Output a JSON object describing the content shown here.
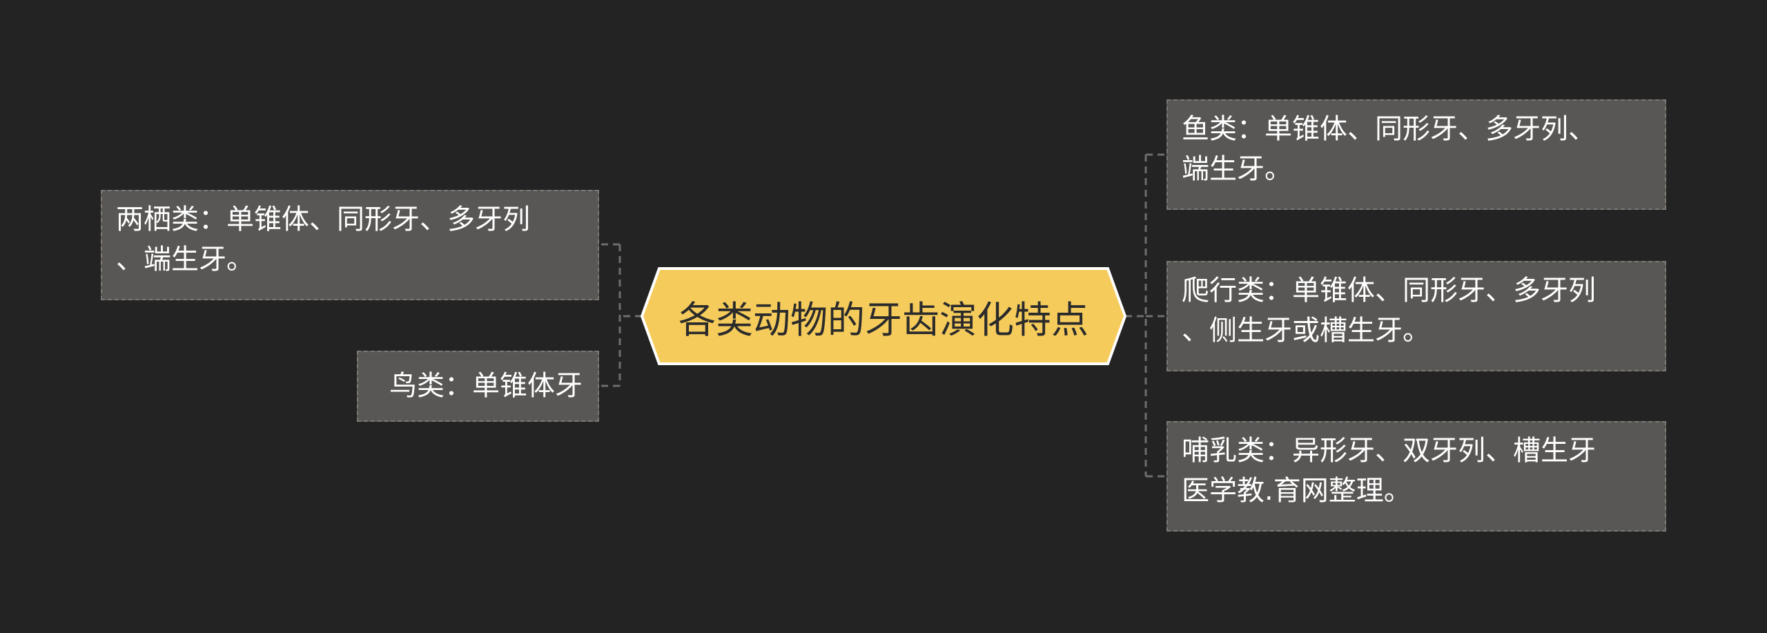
{
  "root": {
    "title": "各类动物的牙齿演化特点",
    "fill": "#f5cb5c",
    "stroke": "#ffffff"
  },
  "left_branches": [
    {
      "text": "两栖类：单锥体、同形牙、多牙列\n、端生牙。"
    },
    {
      "text": "鸟类：单锥体牙"
    }
  ],
  "right_branches": [
    {
      "text": "鱼类：单锥体、同形牙、多牙列、\n端生牙。"
    },
    {
      "text": "爬行类：单锥体、同形牙、多牙列\n、侧生牙或槽生牙。"
    },
    {
      "text": "哺乳类：异形牙、双牙列、槽生牙\n医学教.育网整理。"
    }
  ],
  "colors": {
    "background": "#232323",
    "node_fill": "#595755",
    "node_border": "#7c7975",
    "connector": "#6e6e6e"
  }
}
